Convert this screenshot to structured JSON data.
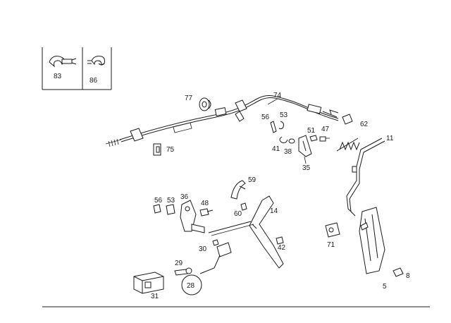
{
  "diagram": {
    "inset_callouts": [
      "83",
      "86"
    ],
    "callouts": {
      "c77": "77",
      "c74": "74",
      "c56a": "56",
      "c53a": "53",
      "c51": "51",
      "c47": "47",
      "c62": "62",
      "c11": "11",
      "c75": "75",
      "c41": "41",
      "c38": "38",
      "c35": "35",
      "c59": "59",
      "c56b": "56",
      "c53b": "53",
      "c36": "36",
      "c48": "48",
      "c60": "60",
      "c14": "14",
      "c42": "42",
      "c71": "71",
      "c30": "30",
      "c29": "29",
      "c28": "28",
      "c31": "31",
      "c5": "5",
      "c8": "8"
    }
  }
}
